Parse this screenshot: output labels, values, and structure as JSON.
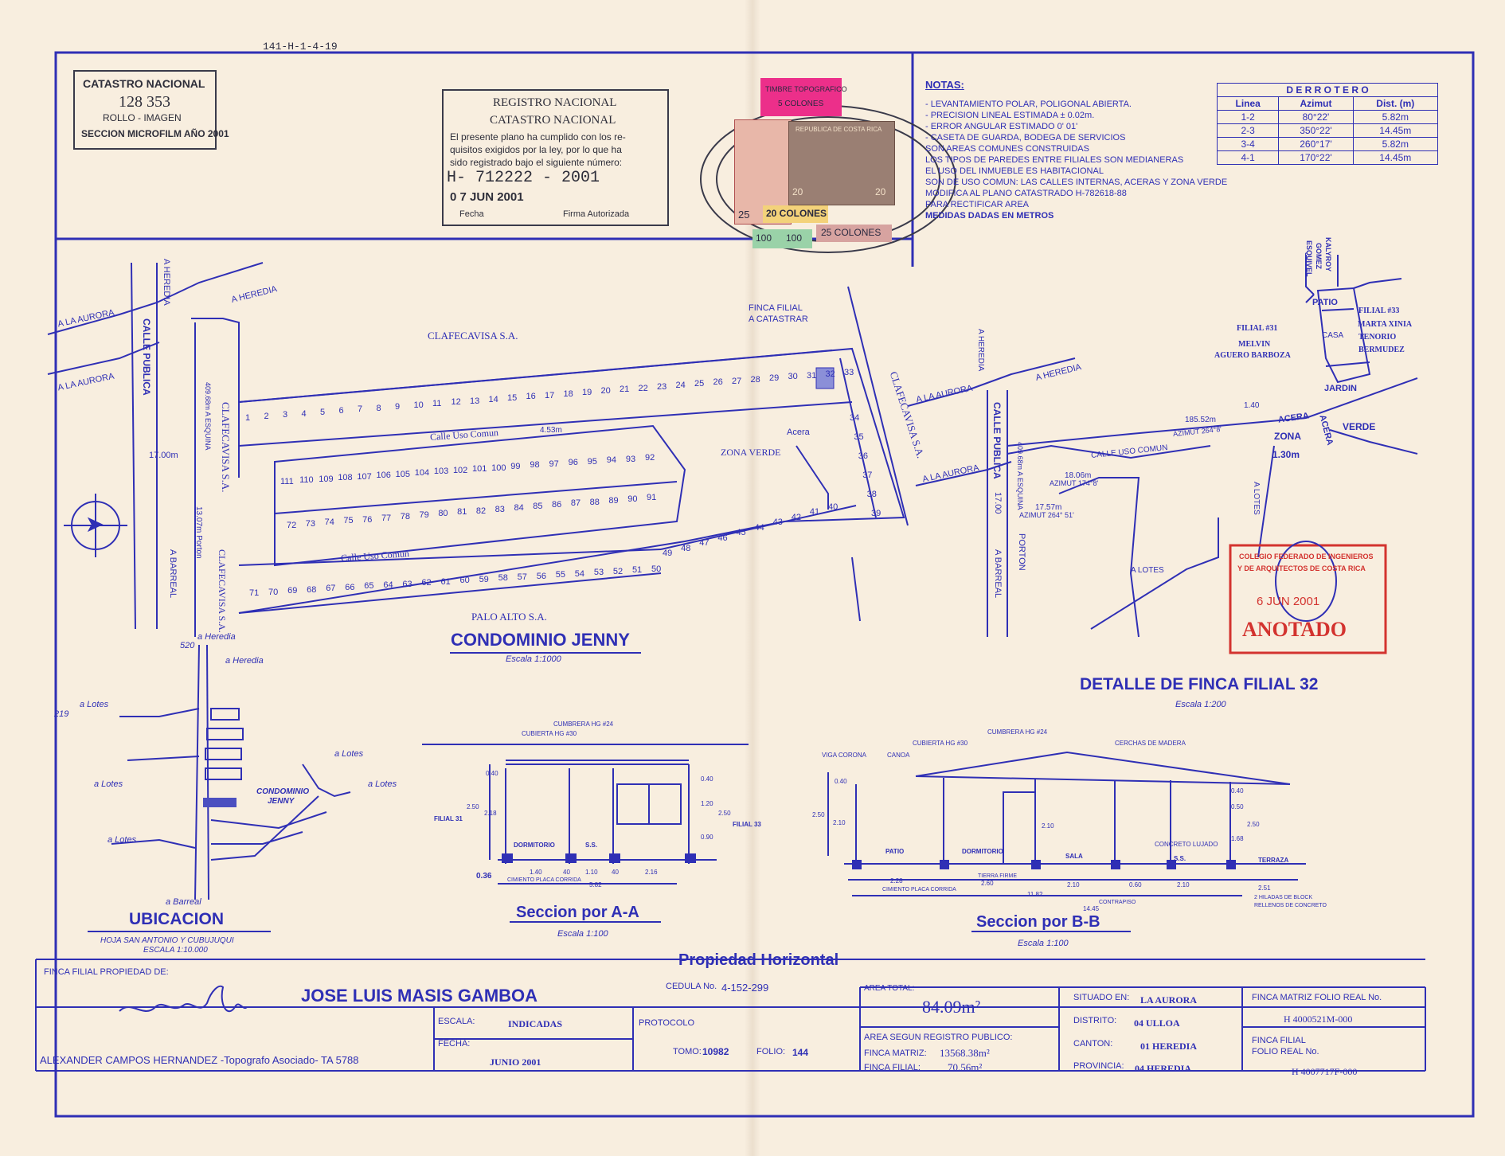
{
  "header_ref": "141-H-1-4-19",
  "catastro": {
    "title": "CATASTRO NACIONAL",
    "number": "128 353",
    "rollo": "ROLLO - IMAGEN",
    "seccion": "SECCION MICROFILM AÑO 2001"
  },
  "registro": {
    "line1": "REGISTRO NACIONAL",
    "line2": "CATASTRO NACIONAL",
    "body1": "El presente plano ha cumplido con los re-",
    "body2": "quisitos exigidos por la ley, por lo que ha",
    "body3": "sido registrado bajo el siguiente número:",
    "number": "H- 712222 - 2001",
    "date": "0 7 JUN 2001",
    "fecha_label": "Fecha",
    "firma_label": "Firma Autorizada"
  },
  "timbres": {
    "topografico": "TIMBRE TOPOGRAFICO",
    "cinco": "5 COLONES",
    "veinte": "20 COLONES",
    "veinticinco": "25 COLONES",
    "cien_a": "100",
    "cien_b": "100",
    "v25": "25",
    "v20a": "20",
    "v20b": "20",
    "republica": "REPUBLICA DE COSTA RICA"
  },
  "notas": {
    "title": "NOTAS:",
    "items": [
      "- LEVANTAMIENTO POLAR, POLIGONAL ABIERTA.",
      "- PRECISION LINEAL ESTIMADA ± 0.02m.",
      "- ERROR ANGULAR ESTIMADO 0' 01'",
      "- CASETA DE GUARDA, BODEGA DE SERVICIOS",
      "SON AREAS COMUNES CONSTRUIDAS",
      "LOS TIPOS DE PAREDES ENTRE FILIALES SON MEDIANERAS",
      "EL USO DEL INMUEBLE ES HABITACIONAL",
      "SON DE USO COMUN: LAS CALLES INTERNAS, ACERAS Y ZONA VERDE",
      "MODIFICA AL PLANO CATASTRADO H-782618-88",
      "PARA RECTIFICAR AREA",
      "MEDIDAS DADAS EN METROS"
    ]
  },
  "derrotero": {
    "title": "D E R R O T E R O",
    "headers": [
      "Linea",
      "Azimut",
      "Dist. (m)"
    ],
    "rows": [
      [
        "1-2",
        "80°22'",
        "5.82m"
      ],
      [
        "2-3",
        "350°22'",
        "14.45m"
      ],
      [
        "3-4",
        "260°17'",
        "5.82m"
      ],
      [
        "4-1",
        "170°22'",
        "14.45m"
      ]
    ]
  },
  "plan": {
    "a_la_aurora": "A LA AURORA",
    "a_heredia": "A HEREDIA",
    "calle_publica": "CALLE PUBLICA",
    "clafecavisa": "CLAFECAVISA S.A.",
    "clafecavisa2": "CLAFECAVISA S.A.",
    "esquina": "409.68m A ESQUINA",
    "dist_17": "17.00m",
    "porton": "13.07m Porton",
    "a_barreal": "A BARREAL",
    "finca_filial1": "FINCA FILIAL",
    "finca_filial2": "A CATASTRAR",
    "calle_uso_comun1": "Calle Uso Comun",
    "calle_uso_comun2": "Calle Uso Comun",
    "dim_453": "4.53m",
    "zona_verde": "ZONA VERDE",
    "acera": "Acera",
    "palo_alto": "PALO ALTO S.A.",
    "title": "CONDOMINIO JENNY",
    "scale": "Escala 1:1000",
    "top_row": [
      "1",
      "2",
      "3",
      "4",
      "5",
      "6",
      "7",
      "8",
      "9",
      "10",
      "11",
      "12",
      "13",
      "14",
      "15",
      "16",
      "17",
      "18",
      "19",
      "20",
      "21",
      "22",
      "23",
      "24",
      "25",
      "26",
      "27",
      "28",
      "29",
      "30",
      "31",
      "32",
      "33"
    ],
    "mid_top": [
      "111",
      "110",
      "109",
      "108",
      "107",
      "106",
      "105",
      "104",
      "103",
      "102",
      "101",
      "100",
      "99",
      "98",
      "97",
      "96",
      "95",
      "94",
      "93",
      "92"
    ],
    "mid_bot": [
      "72",
      "73",
      "74",
      "75",
      "76",
      "77",
      "78",
      "79",
      "80",
      "81",
      "82",
      "83",
      "84",
      "85",
      "86",
      "87",
      "88",
      "89",
      "90",
      "91"
    ],
    "bot_row": [
      "71",
      "70",
      "69",
      "68",
      "67",
      "66",
      "65",
      "64",
      "63",
      "62",
      "61",
      "60",
      "59",
      "58",
      "57",
      "56",
      "55",
      "54",
      "53",
      "52",
      "51",
      "50"
    ],
    "right_col": [
      "34",
      "35",
      "36",
      "37",
      "38",
      "39"
    ],
    "diag_row": [
      "49",
      "48",
      "47",
      "46",
      "45",
      "44",
      "43",
      "42",
      "41",
      "40"
    ]
  },
  "detalle": {
    "a_heredia": "A HEREDIA",
    "a_heredia2": "A HEREDIA",
    "a_la_aurora": "A LA AURORA",
    "a_la_aurora2": "A LA AURORA",
    "calle_publica": "CALLE PUBLICA",
    "esquina": "409.68m A ESQUINA",
    "dist_17": "17.00",
    "porton": "PORTON",
    "a_barreal": "A BARREAL",
    "calle_uso": "CALLE USO COMUN",
    "a_lotes": "A LOTES",
    "a_lotes2": "A LOTES",
    "d1852": "185.52m",
    "az2648": "AZIMUT 264°8'",
    "d1806": "18.06m",
    "az1748": "AZIMUT 174°8'",
    "d1757": "17.57m",
    "az2645": "AZIMUT 264° 51'",
    "d140": "1.40",
    "d130": "1.30m",
    "acera": "ACERA",
    "acera2": "ACERA",
    "zona": "ZONA",
    "verde": "VERDE",
    "patio": "PATIO",
    "casa": "CASA",
    "jardin": "JARDIN",
    "filial31": "FILIAL #31",
    "melvin1": "MELVIN",
    "melvin2": "AGUERO BARBOZA",
    "filial33": "FILIAL #33",
    "marta1": "MARTA XINIA",
    "marta2": "TENORIO",
    "marta3": "BERMUDEZ",
    "kalyroy": "KALYROY",
    "gomez": "GOMEZ",
    "esquivel": "ESQUIVEL",
    "title": "DETALLE DE FINCA FILIAL 32",
    "scale": "Escala 1:200"
  },
  "colegio": {
    "line1": "COLEGIO FEDERADO DE INGENIEROS",
    "line2": "Y DE ARQUITECTOS DE COSTA RICA",
    "date": "6 JUN 2001",
    "anotado": "ANOTADO"
  },
  "ubicacion": {
    "a_heredia": "a Heredia",
    "a_heredia2": "a Heredia",
    "n520": "520",
    "a_lotes1": "a Lotes",
    "n219": "219",
    "a_lotes2": "a Lotes",
    "a_lotes3": "a Lotes",
    "a_lotes4": "a Lotes",
    "a_lotes5": "a Lotes",
    "condominio": "CONDOMINIO",
    "jenny": "JENNY",
    "a_barreal": "a Barreal",
    "title": "UBICACION",
    "hoja": "HOJA SAN ANTONIO Y CUBUJUQUI",
    "scale": "ESCALA 1:10.000"
  },
  "seccion_aa": {
    "cumbrera": "CUMBRERA HG #24",
    "cubierta": "CUBIERTA HG #30",
    "filial31": "FILIAL 31",
    "filial33": "FILIAL 33",
    "dormitorio": "DORMITORIO",
    "ss": "S.S.",
    "cimiento": "CIMIENTO PLACA CORRIDA",
    "d040a": "0.40",
    "d040b": "0.40",
    "d250": "2.50",
    "d218": "2.18",
    "d120": "1.20",
    "d250b": "2.50",
    "d090": "0.90",
    "d036": "0.36",
    "d140": "1.40",
    "d40a": "40",
    "d110": "1.10",
    "d40b": "40",
    "d216": "2.16",
    "d582": "5.82",
    "title": "Seccion por A-A",
    "scale": "Escala 1:100"
  },
  "seccion_bb": {
    "cumbrera": "CUMBRERA HG #24",
    "cubierta": "CUBIERTA HG #30",
    "cerchas": "CERCHAS DE MADERA",
    "viga": "VIGA CORONA",
    "canoa": "CANOA",
    "patio": "PATIO",
    "dormitorio": "DORMITORIO",
    "sala": "SALA",
    "concreto": "CONCRETO LUJADO",
    "ss": "S.S.",
    "terraza": "TERRAZA",
    "tierra": "TIERRA FIRME",
    "cimiento": "CIMIENTO PLACA CORRIDA",
    "contrapiso": "CONTRAPISO",
    "hiladas1": "2 HILADAS DE BLOCK",
    "hiladas2": "RELLENOS DE CONCRETO",
    "d040": "0.40",
    "d250": "2.50",
    "d210": "2.10",
    "d210b": "2.10",
    "d040b": "0.40",
    "d050": "0.50",
    "d250b": "2.50",
    "d168": "1.68",
    "d228": "2.28",
    "d260": "2.60",
    "d210c": "2.10",
    "d060": "0.60",
    "d210d": "2.10",
    "d251": "2.51",
    "d1182": "11.82",
    "d1445": "14.45",
    "title": "Seccion por B-B",
    "scale": "Escala 1:100"
  },
  "footer": {
    "propiedad": "Propiedad Horizontal",
    "finca_label": "FINCA FILIAL PROPIEDAD DE:",
    "owner": "JOSE LUIS MASIS GAMBOA",
    "cedula_label": "CEDULA No.",
    "cedula": "4-152-299",
    "topografo": "ALEXANDER CAMPOS HERNANDEZ -Topografo Asociado- TA 5788",
    "escala_label": "ESCALA:",
    "escala": "INDICADAS",
    "fecha_label": "FECHA:",
    "fecha": "JUNIO 2001",
    "protocolo_label": "PROTOCOLO",
    "tomo_label": "TOMO:",
    "tomo": "10982",
    "folio_label": "FOLIO:",
    "folio": "144",
    "area_total_label": "AREA TOTAL:",
    "area_total": "84.09m²",
    "area_registro_label": "AREA SEGUN REGISTRO PUBLICO:",
    "finca_matriz_label": "FINCA MATRIZ:",
    "finca_matriz": "13568.38m²",
    "finca_filial_label": "FINCA FILIAL:",
    "finca_filial": "70.56m²",
    "situado_label": "SITUADO EN:",
    "situado": "LA AURORA",
    "distrito_label": "DISTRITO:",
    "distrito": "04 ULLOA",
    "canton_label": "CANTON:",
    "canton": "01 HEREDIA",
    "provincia_label": "PROVINCIA:",
    "provincia": "04 HEREDIA",
    "matriz_folio_label": "FINCA MATRIZ FOLIO REAL No.",
    "matriz_folio": "H 4000521M-000",
    "filial_folio_label1": "FINCA FILIAL",
    "filial_folio_label2": "FOLIO REAL No.",
    "filial_folio": "H 4007717F-000"
  },
  "colors": {
    "ink": "#2f2fb5",
    "paper": "#f8eedf",
    "red": "#d3332f",
    "magenta": "#ec2f8a"
  },
  "icons": [
    "north-arrow-icon",
    "signature-icon"
  ]
}
